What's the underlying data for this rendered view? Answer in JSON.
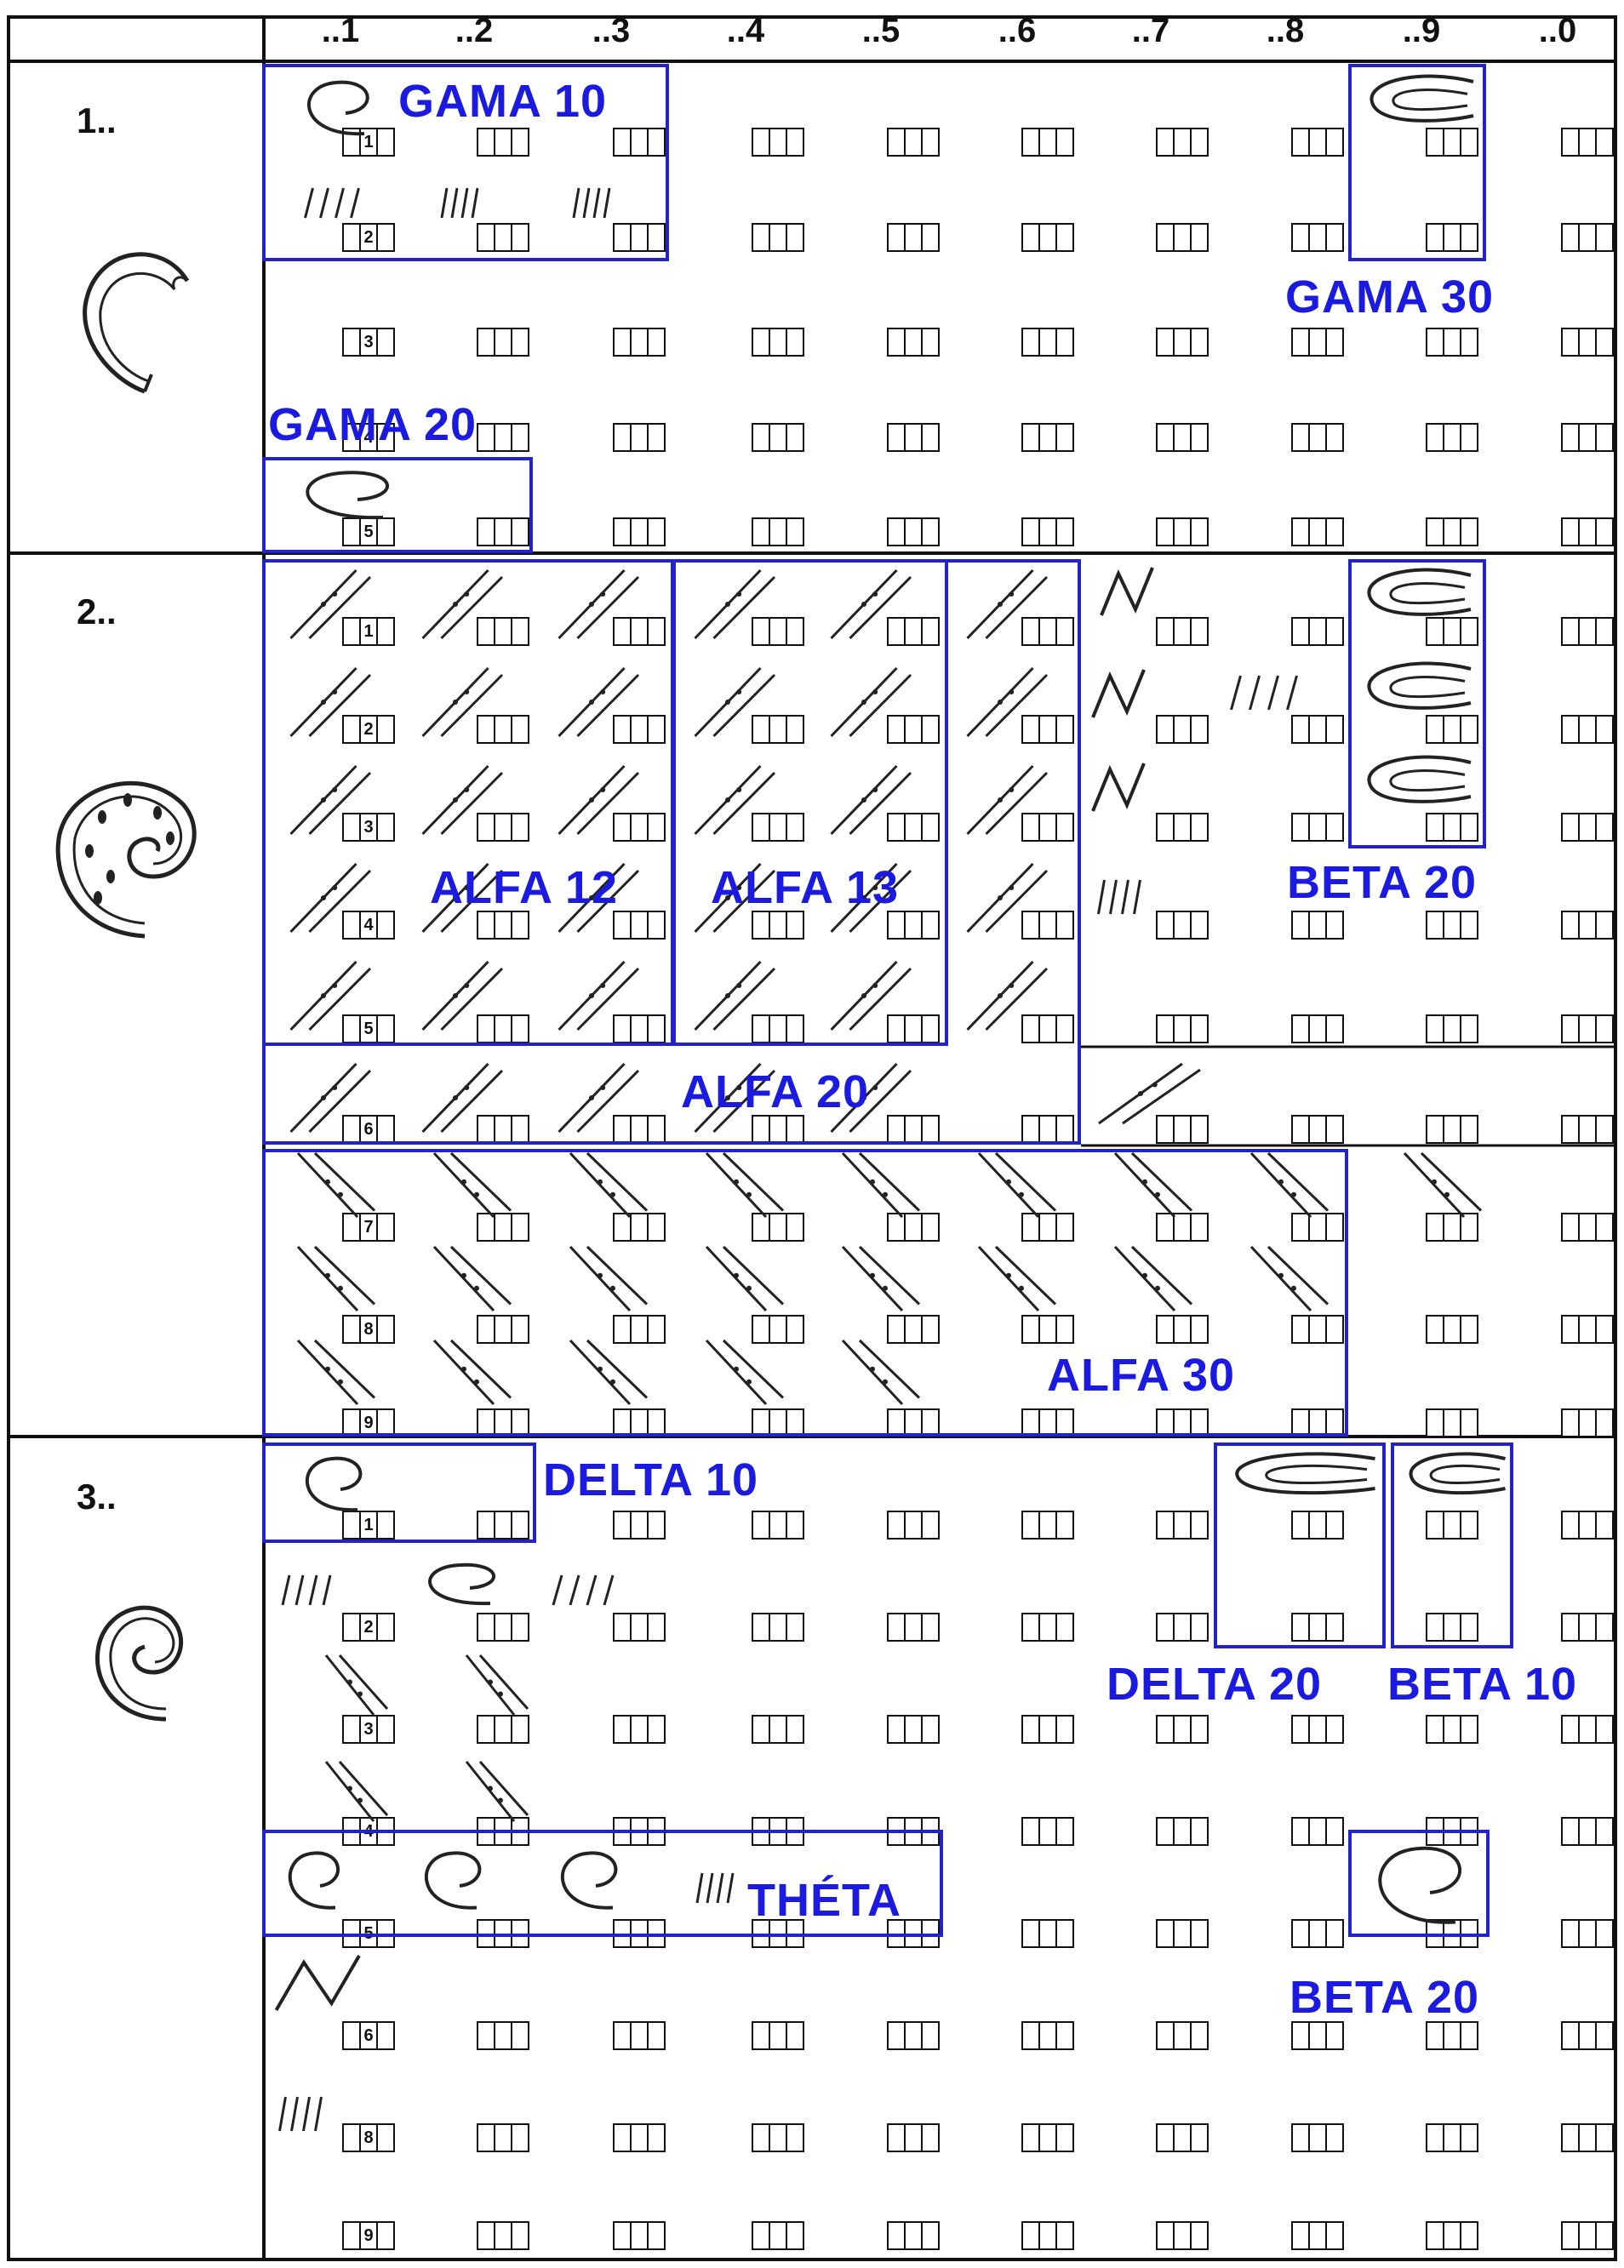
{
  "columns": [
    "..1",
    "..2",
    "..3",
    "..4",
    "..5",
    "..6",
    "..7",
    "..8",
    "..9",
    "..0"
  ],
  "sections": [
    {
      "label": "1..",
      "row_numbers": [
        "1",
        "2",
        "3",
        "4",
        "5"
      ]
    },
    {
      "label": "2..",
      "row_numbers": [
        "1",
        "2",
        "3",
        "4",
        "5",
        "6",
        "7",
        "8",
        "9"
      ]
    },
    {
      "label": "3..",
      "row_numbers": [
        "1",
        "2",
        "3",
        "4",
        "5",
        "6",
        "8",
        "9"
      ]
    }
  ],
  "zones": {
    "gama_10": "GAMA 10",
    "gama_20": "GAMA 20",
    "gama_30": "GAMA 30",
    "alfa_12": "ALFA 12",
    "alfa_13": "ALFA 13",
    "alfa_20": "ALFA 20",
    "alfa_30": "ALFA 30",
    "beta_20_a": "BETA 20",
    "beta_20_b": "BETA 20",
    "beta_10": "BETA 10",
    "delta_10": "DELTA 10",
    "delta_20": "DELTA 20",
    "theta": "THÉTA"
  },
  "colors": {
    "zone_outline": "#2323cc",
    "zone_label": "#1a1ae0",
    "grid_line": "#111111"
  },
  "icons": {
    "section_1": "hook-arc-icon",
    "section_2": "dotted-spiral-icon",
    "section_3": "spiral-icon"
  }
}
